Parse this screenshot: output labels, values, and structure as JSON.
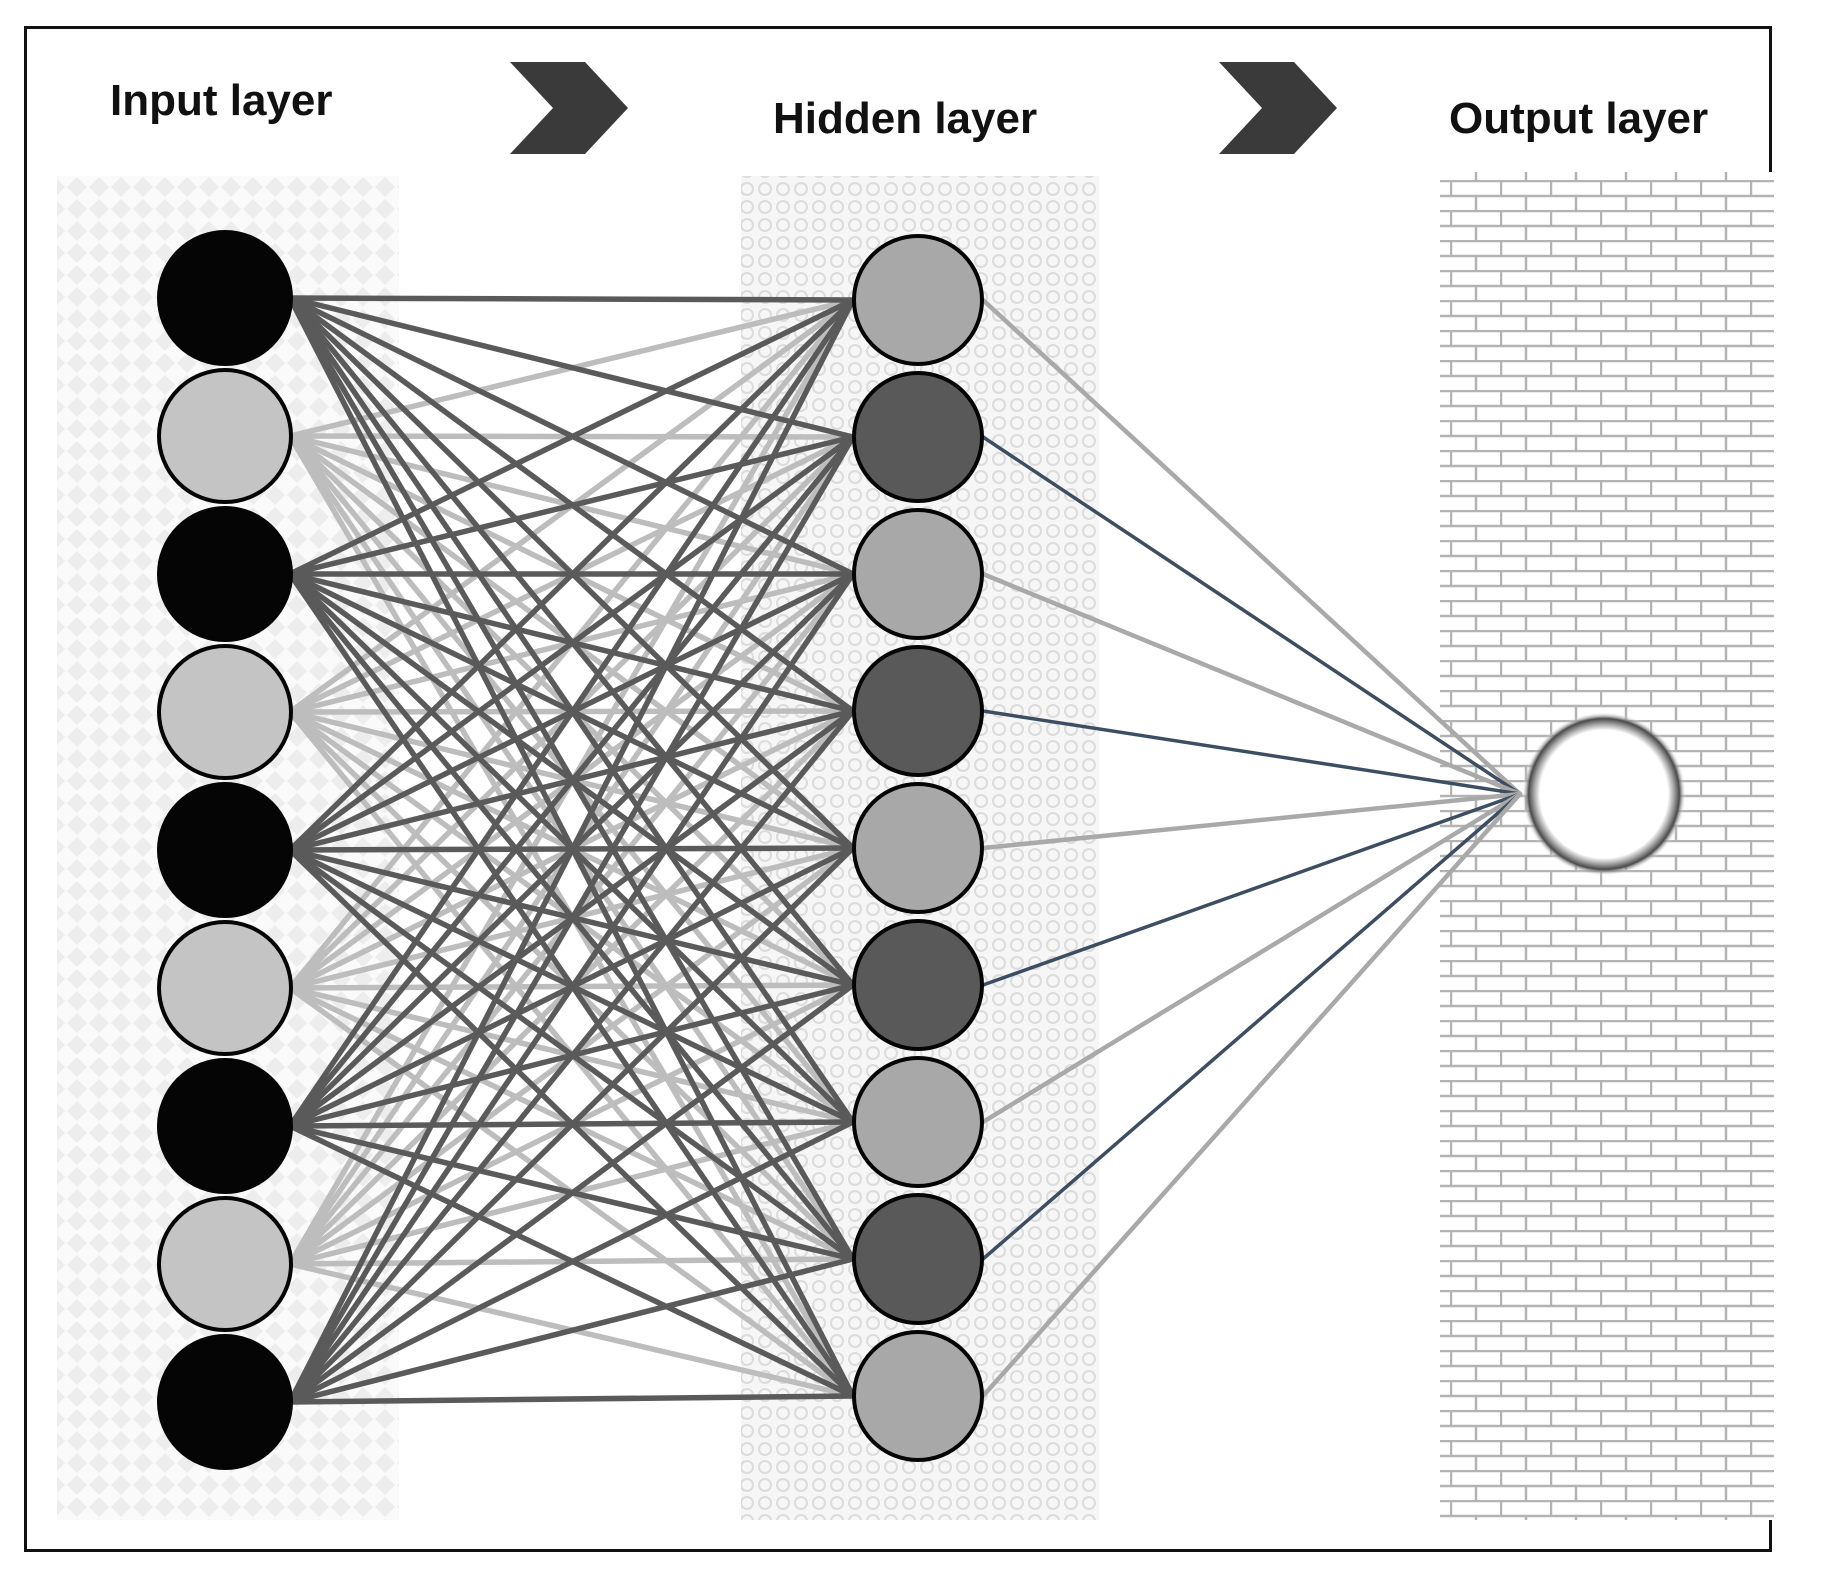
{
  "layers": [
    {
      "id": "input",
      "title": "Input layer",
      "neurons": 9,
      "colors": [
        "#050505",
        "#c4c4c4"
      ]
    },
    {
      "id": "hidden",
      "title": "Hidden layer",
      "neurons": 9,
      "colors": [
        "#a8a8a8",
        "#595959"
      ]
    },
    {
      "id": "output",
      "title": "Output layer",
      "neurons": 1,
      "colors": [
        "#ffffff"
      ]
    }
  ],
  "connections": {
    "input_to_hidden": "fully-connected",
    "hidden_to_output": "fully-connected"
  },
  "colors": {
    "edge_from_dark_input": "#5a5a5a",
    "edge_from_light_input": "#bdbdbd",
    "edge_from_light_hidden": "#a9a9a9",
    "edge_from_dark_hidden": "#3d4d62",
    "arrow": "#3a3a3a",
    "frame": "#111111",
    "input_band_pattern": "#eeeeee",
    "hidden_band_pattern": "#e4e4e4",
    "output_band_pattern": "#b5b5b5"
  },
  "icons": {
    "flow_arrow": "chevron-right-icon"
  }
}
